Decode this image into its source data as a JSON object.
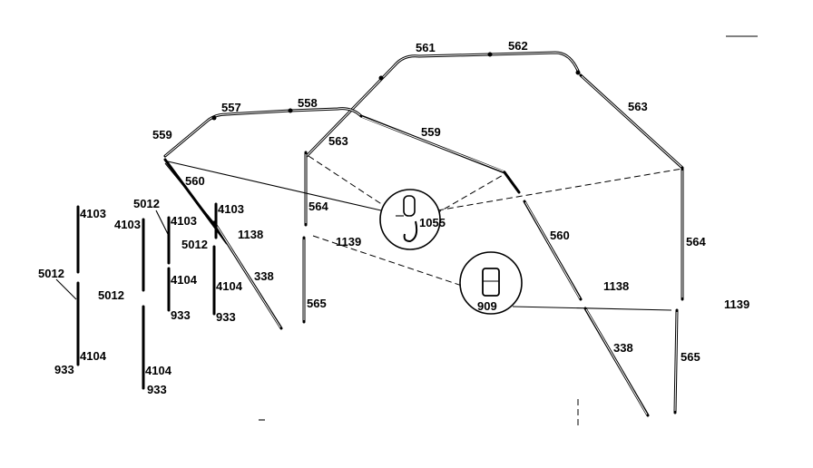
{
  "labels": {
    "l561": "561",
    "l562": "562",
    "l563a": "563",
    "l563b": "563",
    "l557": "557",
    "l558": "558",
    "l559a": "559",
    "l559b": "559",
    "l560a": "560",
    "l560b": "560",
    "l564a": "564",
    "l564b": "564",
    "l565a": "565",
    "l565b": "565",
    "l1139a": "1139",
    "l1139b": "1139",
    "l1138a": "1138",
    "l1138b": "1138",
    "l338a": "338",
    "l338b": "338",
    "l1055": "1055",
    "l909": "909",
    "l4103a": "4103",
    "l4103b": "4103",
    "l4103c": "4103",
    "l4103d": "4103",
    "l5012a": "5012",
    "l5012b": "5012",
    "l5012c": "5012",
    "l5012d": "5012",
    "l4104a": "4104",
    "l4104b": "4104",
    "l4104c": "4104",
    "l4104d": "4104",
    "l933a": "933",
    "l933b": "933",
    "l933c": "933",
    "l933d": "933"
  }
}
